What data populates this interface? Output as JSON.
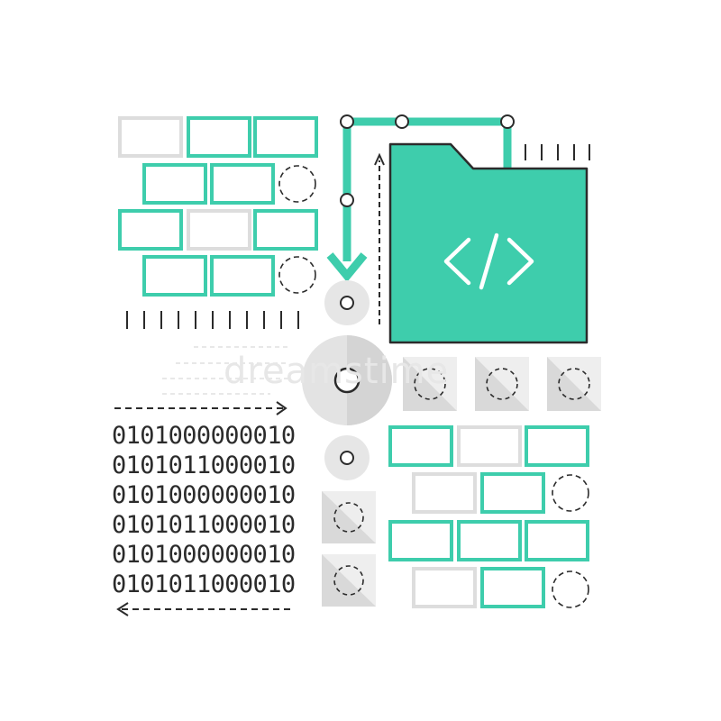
{
  "colors": {
    "accent": "#3ecdac",
    "outline": "#2b2b2b",
    "gray_fill": "#eeeeee",
    "gray_dark": "#d8d8d8",
    "background": "#ffffff"
  },
  "folder": {
    "icon": "code-brackets-icon",
    "glyph": "</>"
  },
  "binary_rows": [
    "0101000000010",
    "0101011000010",
    "0101000000010",
    "0101011000010",
    "0101000000010",
    "0101011000010"
  ],
  "watermark": "dreamstime"
}
